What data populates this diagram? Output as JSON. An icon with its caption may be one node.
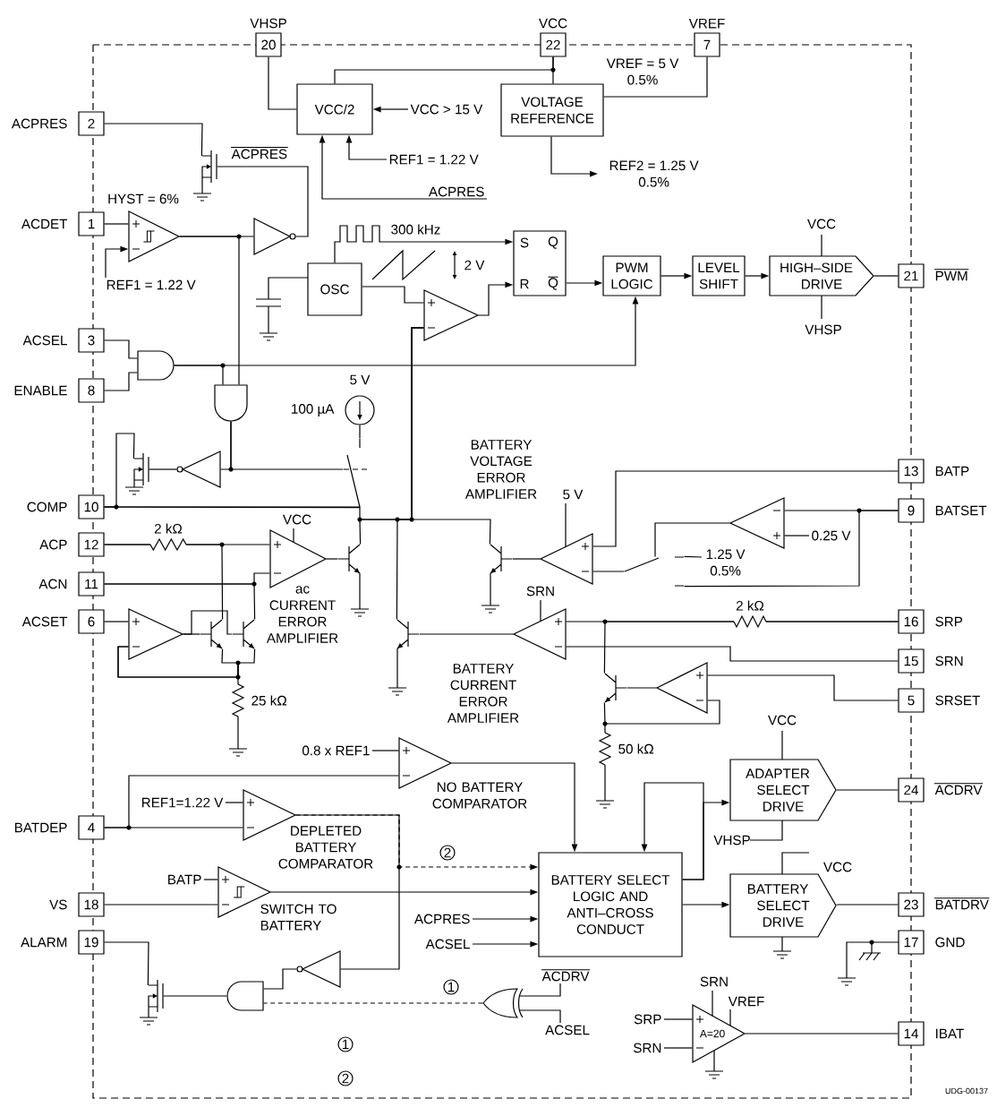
{
  "diagram": {
    "nodes": [
      {
        "text": [
          "20"
        ],
        "beside": [
          "VHSP"
        ]
      },
      {
        "text": [
          "22"
        ],
        "beside": [
          "VCC"
        ]
      },
      {
        "text": [
          "7"
        ],
        "beside": [
          "VREF"
        ]
      },
      {
        "text": [
          "VCC/2"
        ]
      },
      {
        "text": [
          "VCC > 15 V"
        ]
      },
      {
        "text": [
          "VOLTAGE REFERENCE"
        ]
      },
      {
        "text": [
          "2"
        ],
        "beside": [
          "ACPRES"
        ]
      },
      {
        "text": [
          "REF1 = 1.22 V"
        ]
      },
      {
        "text": [
          "ACPRES"
        ]
      },
      {
        "text": [
          "REF2 = 1.25 V 0.5%"
        ]
      },
      {
        "text": [
          "1"
        ],
        "beside": [
          "ACDET"
        ]
      },
      {
        "text": [],
        "shape": "triangle",
        "beside": [
          "HYST = 6%"
        ]
      },
      {
        "text": [
          "REF1 = 1.22 V"
        ]
      },
      {
        "text": [],
        "shape": "triangle"
      },
      {
        "text": [
          "OSC"
        ]
      },
      {
        "text": [
          "S",
          "Q",
          "R",
          "Q"
        ]
      },
      {
        "text": [],
        "shape": "triangle"
      },
      {
        "text": [
          "PWM LOGIC"
        ]
      },
      {
        "text": [
          "LEVEL SHIFT"
        ]
      },
      {
        "text": [
          "HIGH–SIDE DRIVE"
        ],
        "beside": [
          "VCC",
          "VHSP"
        ]
      },
      {
        "text": [
          "21"
        ],
        "beside": [
          "PWM"
        ]
      },
      {
        "text": [
          "3"
        ],
        "beside": [
          "ACSEL"
        ]
      },
      {
        "text": [],
        "shape": "gate"
      },
      {
        "text": [
          "8"
        ],
        "beside": [
          "ENABLE"
        ]
      },
      {
        "text": [],
        "shape": "gate"
      },
      {
        "text": [],
        "shape": "triangle"
      },
      {
        "text": [
          "10"
        ],
        "beside": [
          "COMP"
        ]
      },
      {
        "text": [
          "12"
        ],
        "beside": [
          "ACP"
        ]
      },
      {
        "text": [],
        "shape": "triangle",
        "beside": [
          "VCC",
          "ac CURRENT ERROR AMPLIFIER"
        ]
      },
      {
        "text": [
          "11"
        ],
        "beside": [
          "ACN"
        ]
      },
      {
        "text": [
          "6"
        ],
        "beside": [
          "ACSET"
        ]
      },
      {
        "text": [],
        "shape": "triangle"
      },
      {
        "text": [],
        "shape": "triangle",
        "beside": [
          "BATTERY VOLTAGE ERROR AMPLIFIER",
          "5 V"
        ]
      },
      {
        "text": [
          "13"
        ],
        "beside": [
          "BATP"
        ]
      },
      {
        "text": [],
        "shape": "triangle"
      },
      {
        "text": [
          "9"
        ],
        "beside": [
          "BATSET"
        ]
      },
      {
        "text": [
          "0.25 V"
        ]
      },
      {
        "text": [],
        "shape": "triangle",
        "beside": [
          "BATTERY CURRENT ERROR AMPLIFIER"
        ]
      },
      {
        "text": [
          "16"
        ],
        "beside": [
          "SRP"
        ]
      },
      {
        "text": [
          "15"
        ],
        "beside": [
          "SRN"
        ]
      },
      {
        "text": [],
        "shape": "triangle"
      },
      {
        "text": [
          "5"
        ],
        "beside": [
          "SRSET"
        ]
      },
      {
        "text": [],
        "shape": "triangle",
        "beside": [
          "NO BATTERY COMPARATOR"
        ]
      },
      {
        "text": [
          "0.8 x REF1"
        ]
      },
      {
        "text": [
          "4"
        ],
        "beside": [
          "BATDEP"
        ]
      },
      {
        "text": [
          "REF1=1.22 V"
        ]
      },
      {
        "text": [],
        "shape": "triangle",
        "beside": [
          "DEPLETED BATTERY COMPARATOR"
        ]
      },
      {
        "text": [
          "ADAPTER SELECT DRIVE"
        ],
        "beside": [
          "VCC",
          "VHSP"
        ]
      },
      {
        "text": [
          "24"
        ],
        "beside": [
          "ACDRV"
        ]
      },
      {
        "text": [
          "18"
        ],
        "beside": [
          "VS"
        ]
      },
      {
        "text": [
          "BATP"
        ]
      },
      {
        "text": [],
        "shape": "triangle",
        "beside": [
          "SWITCH TO BATTERY"
        ]
      },
      {
        "text": [
          "BATTERY SELECT LOGIC AND ANTI–CROSS CONDUCT"
        ]
      },
      {
        "text": [
          "ACPRES"
        ]
      },
      {
        "text": [
          "ACSEL"
        ]
      },
      {
        "text": [
          "BATTERY SELECT DRIVE"
        ],
        "beside": [
          "VCC"
        ]
      },
      {
        "text": [
          "23"
        ],
        "beside": [
          "BATDRV"
        ]
      },
      {
        "text": [
          "17"
        ],
        "beside": [
          "GND"
        ]
      },
      {
        "text": [
          "19"
        ],
        "beside": [
          "ALARM"
        ]
      },
      {
        "text": [],
        "shape": "triangle"
      },
      {
        "text": [],
        "shape": "gate"
      },
      {
        "text": [],
        "shape": "gate"
      },
      {
        "text": [
          "ACDRV"
        ]
      },
      {
        "text": [
          "ACSEL"
        ]
      },
      {
        "text": [
          "A=20"
        ],
        "beside": [
          "SRN",
          "VREF"
        ]
      },
      {
        "text": [
          "SRP"
        ]
      },
      {
        "text": [
          "SRN"
        ]
      },
      {
        "text": [
          "14"
        ],
        "beside": [
          "IBAT"
        ]
      },
      {
        "text": [],
        "shape": "transistor"
      },
      {
        "text": [],
        "shape": "transistor"
      },
      {
        "text": [],
        "shape": "switch"
      },
      {
        "text": [],
        "shape": "circle",
        "beside": [
          "5 V",
          "100 µA"
        ]
      },
      {
        "text": [],
        "shape": "transistor"
      },
      {
        "text": [],
        "shape": "transistor"
      },
      {
        "text": [],
        "shape": "transistor"
      },
      {
        "text": [],
        "shape": "transistor"
      },
      {
        "text": [],
        "shape": "transistor"
      },
      {
        "text": [],
        "shape": "switch"
      },
      {
        "text": [],
        "shape": "transistor"
      },
      {
        "text": [],
        "shape": "transistor"
      },
      {
        "text": [
          "1.25 V 0.5%"
        ]
      }
    ],
    "edges": [
      {
        "from": 0,
        "to": 3,
        "arrow": "none"
      },
      {
        "from": 1,
        "to": 3,
        "arrow": "none"
      },
      {
        "from": 1,
        "to": 5,
        "arrow": "none"
      },
      {
        "from": 4,
        "to": 3,
        "arrow": "to"
      },
      {
        "from": 2,
        "to": 5,
        "arrow": "none",
        "label": "VREF = 5 V 0.5%"
      },
      {
        "from": 7,
        "to": 3,
        "arrow": "to"
      },
      {
        "from": 8,
        "to": 3,
        "arrow": "to"
      },
      {
        "from": 5,
        "to": 9,
        "arrow": "to"
      },
      {
        "from": 10,
        "to": 11,
        "arrow": "none"
      },
      {
        "from": 12,
        "to": 11,
        "arrow": "to"
      },
      {
        "from": 11,
        "to": 13,
        "arrow": "none"
      },
      {
        "from": 11,
        "to": 24,
        "arrow": "none"
      },
      {
        "from": 14,
        "to": 15,
        "arrow": "to"
      },
      {
        "from": 14,
        "to": 16,
        "arrow": "none"
      },
      {
        "from": 16,
        "to": 15,
        "arrow": "to"
      },
      {
        "from": 15,
        "to": 17,
        "arrow": "to"
      },
      {
        "from": 17,
        "to": 18,
        "arrow": "to"
      },
      {
        "from": 18,
        "to": 19,
        "arrow": "to"
      },
      {
        "from": 19,
        "to": 20,
        "arrow": "none"
      },
      {
        "from": 21,
        "to": 22,
        "arrow": "none"
      },
      {
        "from": 23,
        "to": 22,
        "arrow": "none"
      },
      {
        "from": 22,
        "to": 17,
        "arrow": "to"
      },
      {
        "from": 22,
        "to": 24,
        "arrow": "none"
      },
      {
        "from": 24,
        "to": 25,
        "arrow": "none"
      },
      {
        "from": 26,
        "to": 16,
        "arrow": "none"
      },
      {
        "from": 27,
        "to": 28,
        "arrow": "none",
        "label": "2 kΩ"
      },
      {
        "from": 29,
        "to": 28,
        "arrow": "none"
      },
      {
        "from": 30,
        "to": 31,
        "arrow": "none"
      },
      {
        "from": 33,
        "to": 32,
        "arrow": "none"
      },
      {
        "from": 35,
        "to": 34,
        "arrow": "none"
      },
      {
        "from": 36,
        "to": 34,
        "arrow": "none"
      },
      {
        "from": 38,
        "to": 37,
        "arrow": "none",
        "label": "2 kΩ"
      },
      {
        "from": 39,
        "to": 37,
        "arrow": "none"
      },
      {
        "from": 41,
        "to": 40,
        "arrow": "none"
      },
      {
        "from": 43,
        "to": 42,
        "arrow": "none"
      },
      {
        "from": 44,
        "to": 42,
        "arrow": "none"
      },
      {
        "from": 44,
        "to": 46,
        "arrow": "none"
      },
      {
        "from": 45,
        "to": 46,
        "arrow": "none"
      },
      {
        "from": 42,
        "to": 52,
        "arrow": "to"
      },
      {
        "from": 46,
        "to": 52,
        "arrow": "to",
        "style": "dashed",
        "label": "2"
      },
      {
        "from": 46,
        "to": 59,
        "arrow": "none"
      },
      {
        "from": 49,
        "to": 51,
        "arrow": "none"
      },
      {
        "from": 50,
        "to": 51,
        "arrow": "none"
      },
      {
        "from": 51,
        "to": 52,
        "arrow": "to"
      },
      {
        "from": 53,
        "to": 52,
        "arrow": "to"
      },
      {
        "from": 54,
        "to": 52,
        "arrow": "to"
      },
      {
        "from": 52,
        "to": 47,
        "arrow": "to"
      },
      {
        "from": 52,
        "to": 55,
        "arrow": "to"
      },
      {
        "from": 47,
        "to": 48,
        "arrow": "none"
      },
      {
        "from": 55,
        "to": 56,
        "arrow": "none"
      },
      {
        "from": 59,
        "to": 60,
        "arrow": "none"
      },
      {
        "from": 61,
        "to": 60,
        "arrow": "none",
        "style": "dashed",
        "label": "1"
      },
      {
        "from": 62,
        "to": 61,
        "arrow": "none"
      },
      {
        "from": 63,
        "to": 61,
        "arrow": "none"
      },
      {
        "from": 65,
        "to": 64,
        "arrow": "none"
      },
      {
        "from": 66,
        "to": 64,
        "arrow": "none"
      },
      {
        "from": 64,
        "to": 67,
        "arrow": "none"
      },
      {
        "from": 52,
        "to": 52,
        "arrow": "to"
      },
      {
        "from": 6,
        "to": 68,
        "arrow": "none"
      },
      {
        "from": 13,
        "to": 68,
        "arrow": "none"
      },
      {
        "from": 71,
        "to": 70,
        "arrow": "none"
      },
      {
        "from": 24,
        "to": 70,
        "arrow": "none"
      },
      {
        "from": 26,
        "to": 70,
        "arrow": "none"
      },
      {
        "from": 25,
        "to": 69,
        "arrow": "none"
      },
      {
        "from": 26,
        "to": 69,
        "arrow": "none"
      },
      {
        "from": 28,
        "to": 72,
        "arrow": "none"
      },
      {
        "from": 72,
        "to": 16,
        "arrow": "none"
      },
      {
        "from": 31,
        "to": 73,
        "arrow": "none"
      },
      {
        "from": 31,
        "to": 74,
        "arrow": "none"
      },
      {
        "from": 27,
        "to": 73,
        "arrow": "none"
      },
      {
        "from": 29,
        "to": 74,
        "arrow": "none"
      },
      {
        "from": 73,
        "to": 31,
        "arrow": "none"
      },
      {
        "from": 74,
        "to": 31,
        "arrow": "none"
      },
      {
        "from": 37,
        "to": 75,
        "arrow": "none"
      },
      {
        "from": 75,
        "to": 16,
        "arrow": "none"
      },
      {
        "from": 32,
        "to": 76,
        "arrow": "none"
      },
      {
        "from": 76,
        "to": 16,
        "arrow": "none"
      },
      {
        "from": 32,
        "to": 77,
        "arrow": "none"
      },
      {
        "from": 80,
        "to": 77,
        "arrow": "none"
      },
      {
        "from": 35,
        "to": 77,
        "arrow": "none"
      },
      {
        "from": 34,
        "to": 77,
        "arrow": "none"
      },
      {
        "from": 38,
        "to": 78,
        "arrow": "none"
      },
      {
        "from": 40,
        "to": 78,
        "arrow": "none"
      },
      {
        "from": 78,
        "to": 40,
        "arrow": "none"
      },
      {
        "from": 58,
        "to": 79,
        "arrow": "none"
      },
      {
        "from": 60,
        "to": 79,
        "arrow": "none"
      }
    ],
    "labels": [
      "ACPRES",
      "300 kHz",
      "2 V",
      "SRN",
      "25 kΩ",
      "50 kΩ",
      "1",
      "2",
      "UDG-00137"
    ]
  }
}
